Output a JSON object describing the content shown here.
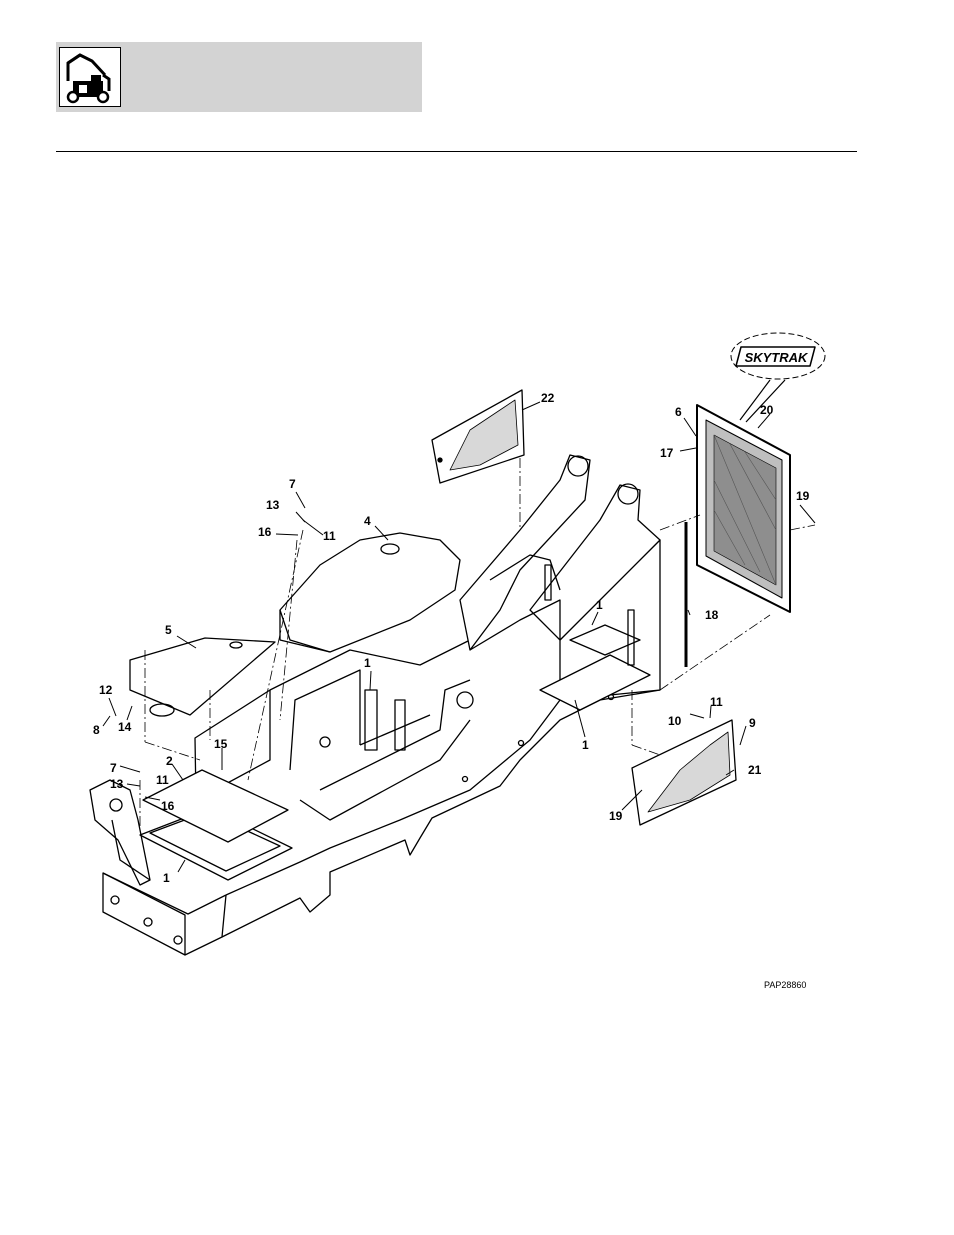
{
  "header": {
    "icon": "telehandler-machine-icon"
  },
  "logo_text": "SKYTRAK",
  "figure_code": "PAP28860",
  "callouts": {
    "c22": "22",
    "c20": "20",
    "c6": "6",
    "c17": "17",
    "c19a": "19",
    "c7a": "7",
    "c13a": "13",
    "c16a": "16",
    "c11a": "11",
    "c4": "4",
    "c5": "5",
    "c1a": "1",
    "c1b": "1",
    "c18": "18",
    "c12": "12",
    "c8": "8",
    "c14": "14",
    "c1c": "1",
    "c11b": "11",
    "c10": "10",
    "c9": "9",
    "c15": "15",
    "c2": "2",
    "c7b": "7",
    "c11c": "11",
    "c13b": "13",
    "c16b": "16",
    "c21": "21",
    "c19b": "19",
    "c1d": "1"
  }
}
